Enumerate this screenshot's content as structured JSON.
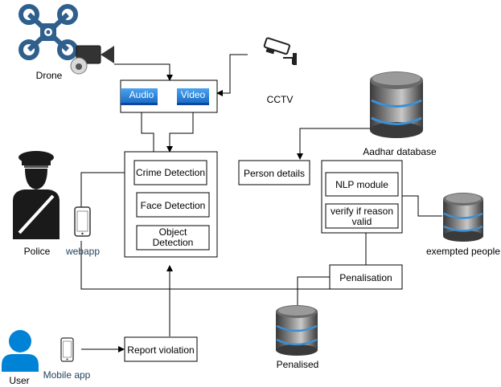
{
  "devices": {
    "drone": "Drone",
    "cctv": "CCTV",
    "police": "Police",
    "webapp": "webapp",
    "user": "User",
    "mobile_app": "Mobile app"
  },
  "capture": {
    "audio": "Audio",
    "video": "Video"
  },
  "detection": {
    "crime": "Crime Detection",
    "face": "Face Detection",
    "object_line1": "Object",
    "object_line2": "Detection"
  },
  "databases": {
    "aadhar": "Aadhar database",
    "exempted": "exempted people",
    "penalised": "Penalised"
  },
  "boxes": {
    "person_details": "Person details",
    "nlp_module": "NLP module",
    "verify_line1": "verify if reason",
    "verify_line2": "valid",
    "penalisation": "Penalisation",
    "report_violation": "Report violation"
  },
  "colors": {
    "drone_blue": "#2f5f8c",
    "clip_blue": "#1e88e5",
    "db_dark": "#4d4d4d",
    "db_stripe": "#3d8fd1",
    "person_navy": "#0083d6",
    "police_black": "#1a1a1a"
  }
}
